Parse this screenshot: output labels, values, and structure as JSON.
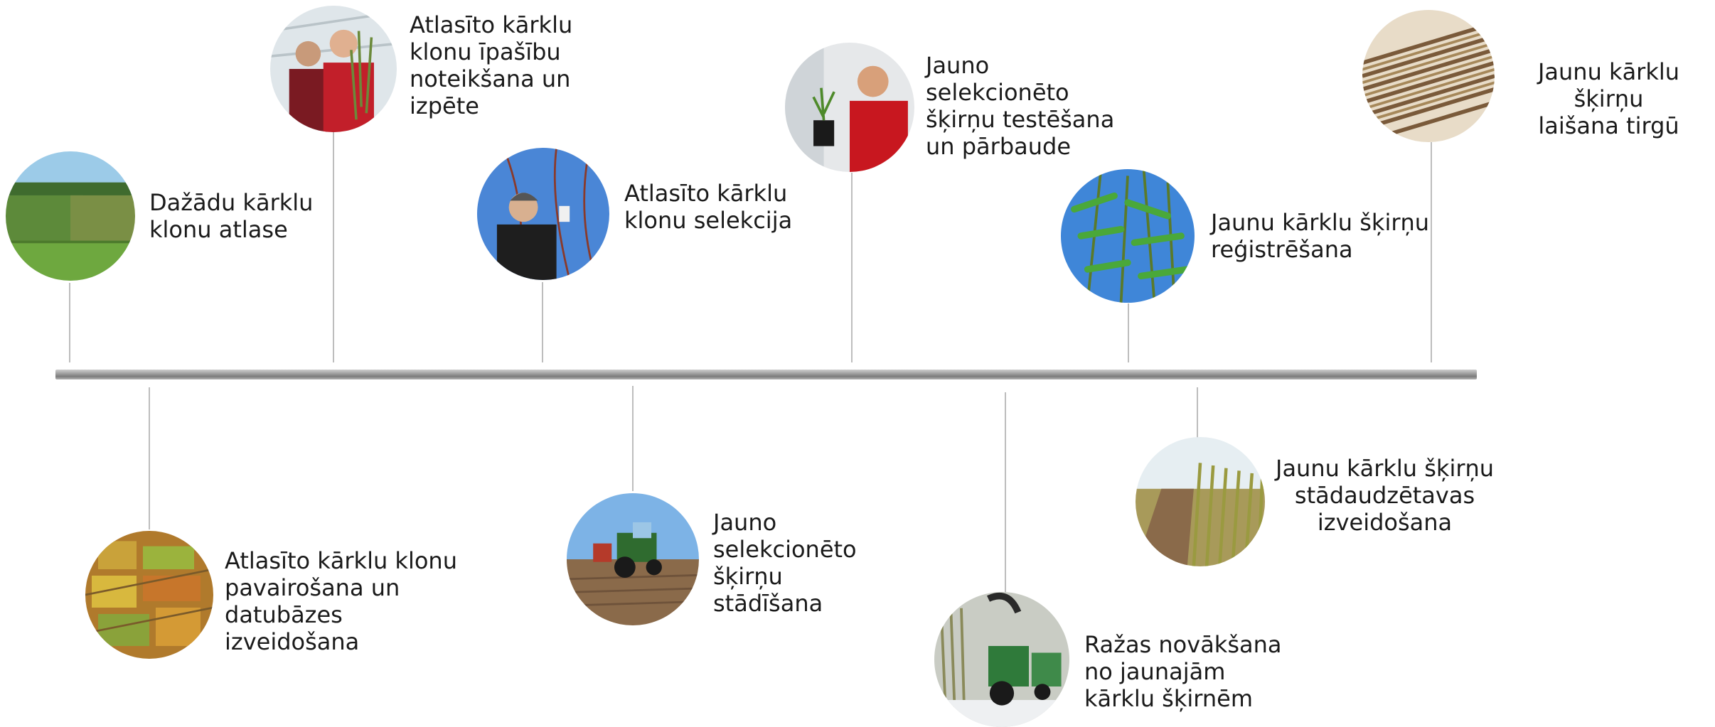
{
  "timeline": {
    "steps": [
      {
        "id": "s1",
        "label": "Dažādu kārklu\nklonu atlase",
        "photo": "willow-field-photo"
      },
      {
        "id": "s2",
        "label": "Atlasīto kārklu klonu\npavairošana un\ndatubāzes\nizveidošana",
        "photo": "aerial-field-photo"
      },
      {
        "id": "s3",
        "label": "Atlasīto kārklu\nklonu īpašību\nnoteikšana un\nizpēte",
        "photo": "researchers-photo"
      },
      {
        "id": "s4",
        "label": "Atlasīto kārklu\nklonu selekcija",
        "photo": "breeder-photo"
      },
      {
        "id": "s5",
        "label": "Jauno\nselekcionēto\nšķirņu\nstādīšana",
        "photo": "tractor-planting-photo"
      },
      {
        "id": "s6",
        "label": "Jauno\nselekcionēto\nšķirņu testēšana\nun pārbaude",
        "photo": "scientist-plant-photo"
      },
      {
        "id": "s7",
        "label": "Ražas novākšana\nno jaunajām\nkārklu šķirnēm",
        "photo": "harvester-photo"
      },
      {
        "id": "s8",
        "label": "Jaunu kārklu šķirņu\nreģistrēšana",
        "photo": "willow-leaves-photo"
      },
      {
        "id": "s9",
        "label": "Jaunu kārklu šķirņu\nstādaudzētavas\nizveidošana",
        "photo": "nursery-photo"
      },
      {
        "id": "s10",
        "label": "Jaunu kārklu šķirņu\nlaišana tirgū",
        "photo": "cuttings-photo"
      }
    ]
  }
}
